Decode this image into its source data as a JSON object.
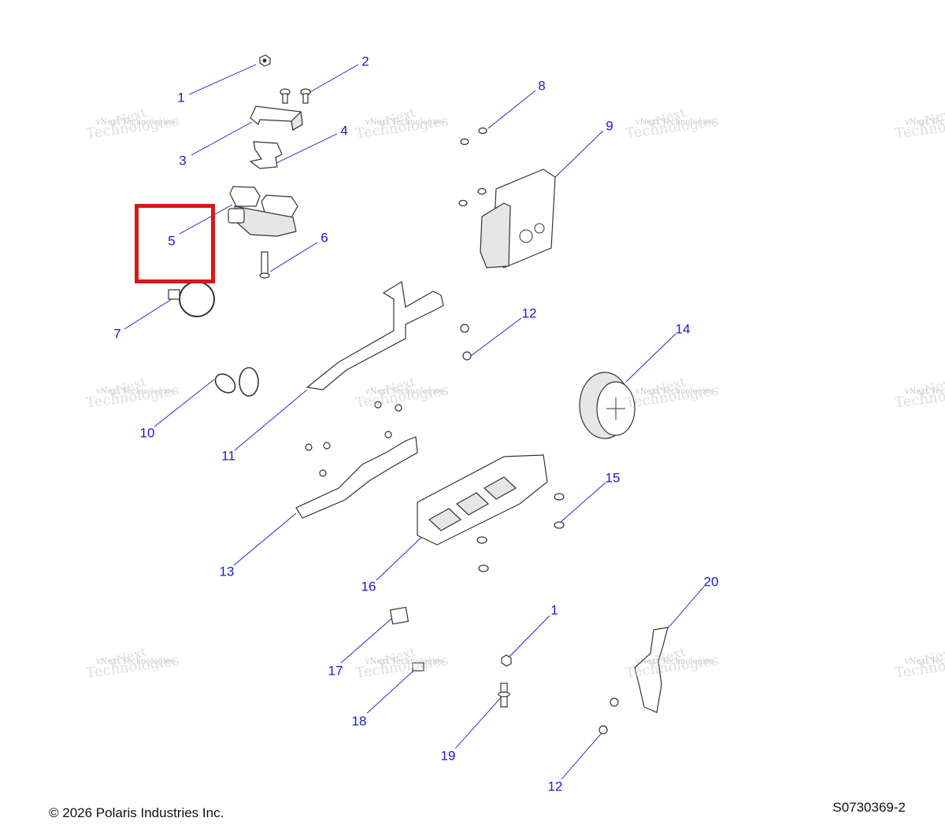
{
  "diagram": {
    "highlight_color": "#d9161c",
    "callout_color": "#1a1acc",
    "callouts": [
      {
        "id": "c1a",
        "label": "1"
      },
      {
        "id": "c2",
        "label": "2"
      },
      {
        "id": "c3",
        "label": "3"
      },
      {
        "id": "c4",
        "label": "4"
      },
      {
        "id": "c5",
        "label": "5"
      },
      {
        "id": "c6",
        "label": "6"
      },
      {
        "id": "c7",
        "label": "7"
      },
      {
        "id": "c8",
        "label": "8"
      },
      {
        "id": "c9",
        "label": "9"
      },
      {
        "id": "c10",
        "label": "10"
      },
      {
        "id": "c11",
        "label": "11"
      },
      {
        "id": "c12a",
        "label": "12"
      },
      {
        "id": "c13",
        "label": "13"
      },
      {
        "id": "c14",
        "label": "14"
      },
      {
        "id": "c15",
        "label": "15"
      },
      {
        "id": "c16",
        "label": "16"
      },
      {
        "id": "c1b",
        "label": "1"
      },
      {
        "id": "c17",
        "label": "17"
      },
      {
        "id": "c18",
        "label": "18"
      },
      {
        "id": "c19",
        "label": "19"
      },
      {
        "id": "c20",
        "label": "20"
      },
      {
        "id": "c12b",
        "label": "12"
      }
    ],
    "watermark": {
      "line1": "vNext Technologies",
      "line2": "Technologies",
      "line3": "vNext"
    }
  },
  "footer": {
    "copyright": "© 2026 Polaris Industries Inc.",
    "drawing_number": "S0730369-2"
  }
}
